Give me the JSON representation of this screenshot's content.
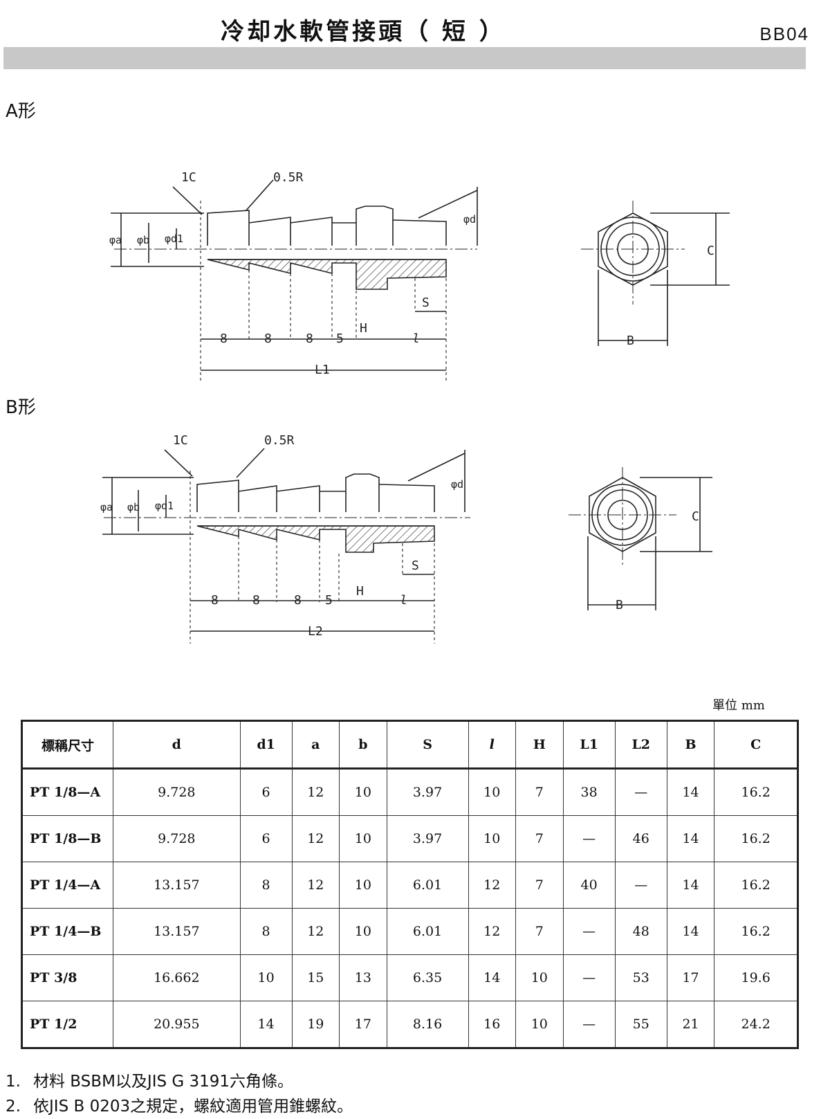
{
  "header": {
    "title": "冷却水軟管接頭（ 短 ）",
    "code": "BB04"
  },
  "sections": {
    "a_label": "A形",
    "b_label": "B形"
  },
  "drawing_a": {
    "lbl_chamfer": "1C",
    "lbl_radius": "0.5R",
    "lbl_a": "φa",
    "lbl_b": "φb",
    "lbl_d1": "φd1",
    "lbl_d": "φd",
    "lbl_s": "S",
    "lbl_h": "H",
    "dim_1": "8",
    "dim_2": "8",
    "dim_3": "8",
    "dim_4": "5",
    "dim_l": "l",
    "lbl_total": "L1",
    "lbl_c": "C",
    "lbl_bw": "B"
  },
  "drawing_b": {
    "lbl_chamfer": "1C",
    "lbl_radius": "0.5R",
    "lbl_a": "φa",
    "lbl_b": "φb",
    "lbl_d1": "φd1",
    "lbl_d": "φd",
    "lbl_s": "S",
    "lbl_h": "H",
    "dim_1": "8",
    "dim_2": "8",
    "dim_3": "8",
    "dim_4": "5",
    "dim_l": "l",
    "lbl_total": "L2",
    "lbl_c": "C",
    "lbl_bw": "B"
  },
  "table": {
    "unit": "單位 mm",
    "headers": [
      "標稱尺寸",
      "d",
      "d1",
      "a",
      "b",
      "S",
      "l",
      "H",
      "L1",
      "L2",
      "B",
      "C"
    ],
    "rows": [
      [
        "PT 1/8—A",
        "9.728",
        "6",
        "12",
        "10",
        "3.97",
        "10",
        "7",
        "38",
        "—",
        "14",
        "16.2"
      ],
      [
        "PT 1/8—B",
        "9.728",
        "6",
        "12",
        "10",
        "3.97",
        "10",
        "7",
        "—",
        "46",
        "14",
        "16.2"
      ],
      [
        "PT 1/4—A",
        "13.157",
        "8",
        "12",
        "10",
        "6.01",
        "12",
        "7",
        "40",
        "—",
        "14",
        "16.2"
      ],
      [
        "PT 1/4—B",
        "13.157",
        "8",
        "12",
        "10",
        "6.01",
        "12",
        "7",
        "—",
        "48",
        "14",
        "16.2"
      ],
      [
        "PT 3/8",
        "16.662",
        "10",
        "15",
        "13",
        "6.35",
        "14",
        "10",
        "—",
        "53",
        "17",
        "19.6"
      ],
      [
        "PT 1/2",
        "20.955",
        "14",
        "19",
        "17",
        "8.16",
        "16",
        "10",
        "—",
        "55",
        "21",
        "24.2"
      ]
    ]
  },
  "notes": [
    {
      "num": "1.",
      "text": "材料 BSBM以及JIS G 3191六角條。"
    },
    {
      "num": "2.",
      "text": "依JIS B 0203之規定，螺紋適用管用錐螺紋。"
    }
  ]
}
